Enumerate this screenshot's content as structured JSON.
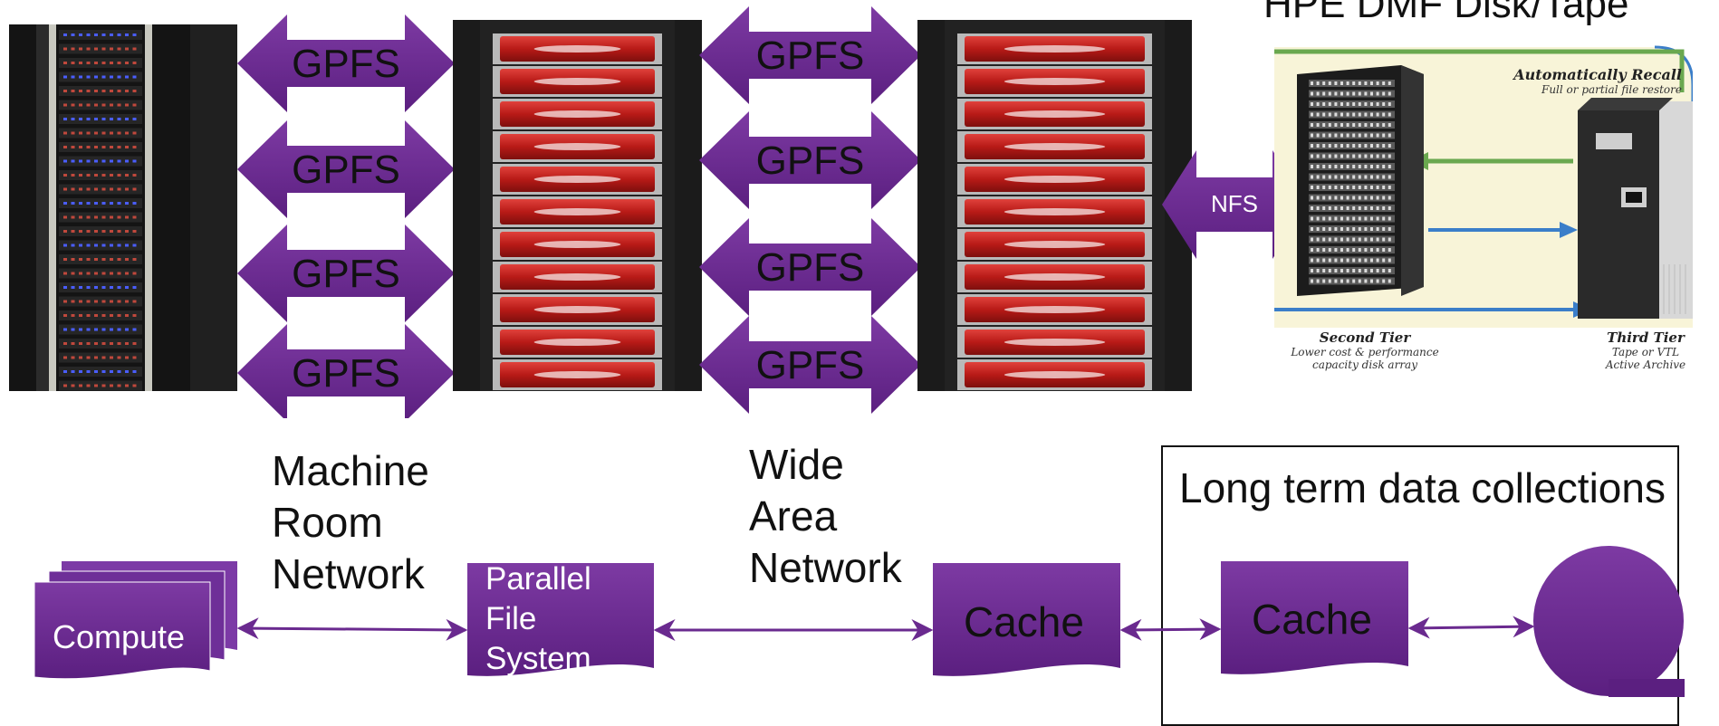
{
  "top": {
    "gpfs_left": [
      "GPFS",
      "GPFS",
      "GPFS",
      "GPFS"
    ],
    "gpfs_right": [
      "GPFS",
      "GPFS",
      "GPFS",
      "GPFS"
    ],
    "nfs": "NFS",
    "hpe_title": "HPE DMF Disk/Tape",
    "recall_title": "Automatically Recall",
    "recall_sub": "Full or partial file restore",
    "second_tier_title": "Second Tier",
    "second_tier_desc": [
      "Lower cost & performance",
      "capacity disk array"
    ],
    "third_tier_title": "Third Tier",
    "third_tier_desc": [
      "Tape or VTL",
      "Active Archive"
    ]
  },
  "bottom": {
    "machine_room_network": [
      "Machine",
      "Room",
      "Network"
    ],
    "wide_area_network": [
      "Wide",
      "Area",
      "Network"
    ],
    "long_term_title": "Long term data collections",
    "compute_label": "Compute",
    "pfs_label": [
      "Parallel",
      "File",
      "System"
    ],
    "cache_left": "Cache",
    "cache_right": "Cache"
  },
  "colors": {
    "purple": "#6a2a8f",
    "purple_light": "#8a4cb0",
    "arrow_line": "#6a2a8f",
    "rack_red": "#c8231f",
    "rack_black": "#1b1b1b",
    "recall_green": "#6aa84f",
    "flow_blue": "#3b7ec9"
  }
}
